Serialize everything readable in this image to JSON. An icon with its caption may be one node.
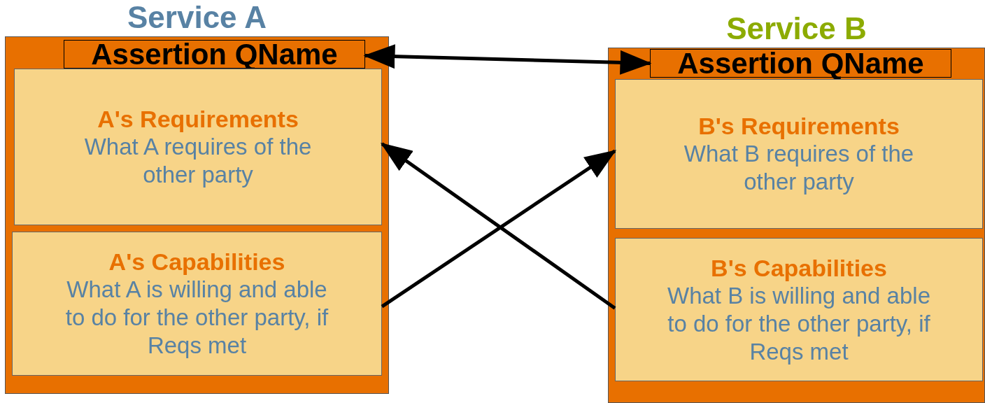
{
  "diagram": {
    "nodes": [
      {
        "text": [
          "Service A"
        ]
      },
      {
        "text": [
          "Assertion QName"
        ],
        "in": 0
      },
      {
        "text": [
          "A's Requirements",
          "What A requires of the other party"
        ],
        "in": 0
      },
      {
        "text": [
          "A's Capabilities",
          "What A is willing and able to do for the other party, if Reqs met"
        ],
        "in": 0
      },
      {
        "text": [
          "Service B"
        ]
      },
      {
        "text": [
          "Assertion QName"
        ],
        "in": 4
      },
      {
        "text": [
          "B's Requirements",
          "What B requires of the other party"
        ],
        "in": 4
      },
      {
        "text": [
          "B's Capabilities",
          "What B is willing and able to do for the other party, if Reqs met"
        ],
        "in": 4
      }
    ],
    "edges": [
      {
        "from": 1,
        "to": 5,
        "arrow": "both"
      },
      {
        "from": 7,
        "to": 2,
        "arrow": "to"
      },
      {
        "from": 3,
        "to": 6,
        "arrow": "to"
      }
    ]
  }
}
